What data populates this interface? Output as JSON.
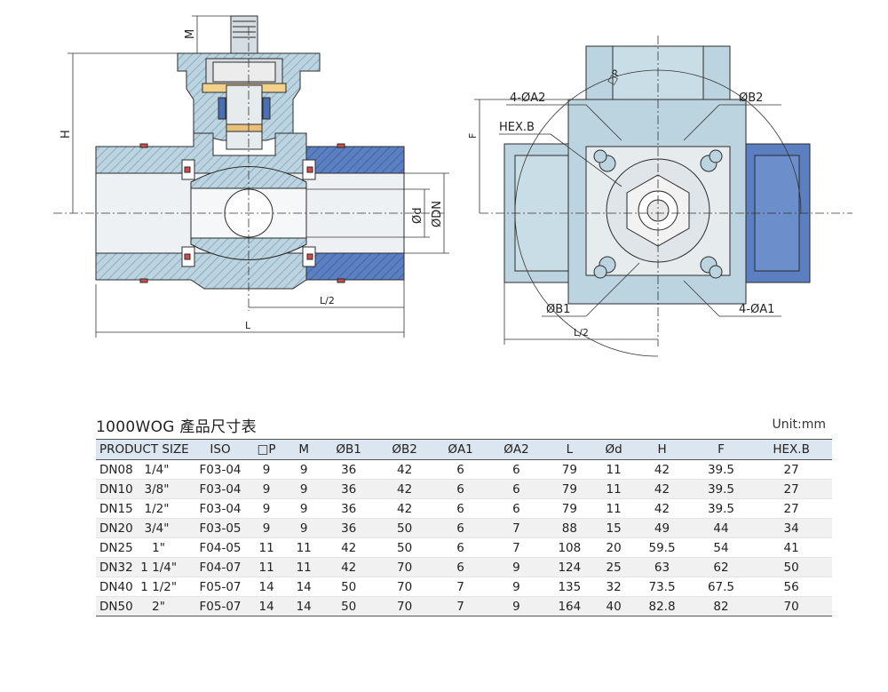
{
  "drawing": {
    "labels": {
      "m": "M",
      "h": "H",
      "d": "Ød",
      "dn": "ØDN",
      "l_half": "L/2",
      "l": "L",
      "a2": "4-ØA2",
      "b2": "ØB2",
      "hex": "HEX.B",
      "f": "F",
      "p": "□P",
      "b1": "ØB1",
      "a1": "4-ØA1",
      "l_half_right": "L/2"
    },
    "colors": {
      "body_fill": "#bcd4e0",
      "hatch": "#7fa3b8",
      "outline": "#2b2b2b",
      "cap_blue": "#4a6fb5",
      "seat_red": "#d6494a",
      "inner_light": "#d6dde2"
    }
  },
  "table": {
    "title": "1000WOG 產品尺寸表",
    "unit": "Unit:mm",
    "headers": [
      "PRODUCT SIZE",
      "ISO",
      "□P",
      "M",
      "ØB1",
      "ØB2",
      "ØA1",
      "ØA2",
      "L",
      "Ød",
      "H",
      "F",
      "HEX.B"
    ],
    "rows": [
      [
        "DN08   1/4\"",
        "F03-04",
        "9",
        "9",
        "36",
        "42",
        "6",
        "6",
        "79",
        "11",
        "42",
        "39.5",
        "27"
      ],
      [
        "DN10   3/8\"",
        "F03-04",
        "9",
        "9",
        "36",
        "42",
        "6",
        "6",
        "79",
        "11",
        "42",
        "39.5",
        "27"
      ],
      [
        "DN15   1/2\"",
        "F03-04",
        "9",
        "9",
        "36",
        "42",
        "6",
        "6",
        "79",
        "11",
        "42",
        "39.5",
        "27"
      ],
      [
        "DN20   3/4\"",
        "F03-05",
        "9",
        "9",
        "36",
        "50",
        "6",
        "7",
        "88",
        "15",
        "49",
        "44",
        "34"
      ],
      [
        "DN25     1\"",
        "F04-05",
        "11",
        "11",
        "42",
        "50",
        "6",
        "7",
        "108",
        "20",
        "59.5",
        "54",
        "41"
      ],
      [
        "DN32  1 1/4\"",
        "F04-07",
        "11",
        "11",
        "42",
        "70",
        "6",
        "9",
        "124",
        "25",
        "63",
        "62",
        "50"
      ],
      [
        "DN40  1 1/2\"",
        "F05-07",
        "14",
        "14",
        "50",
        "70",
        "7",
        "9",
        "135",
        "32",
        "73.5",
        "67.5",
        "56"
      ],
      [
        "DN50     2\"",
        "F05-07",
        "14",
        "14",
        "50",
        "70",
        "7",
        "9",
        "164",
        "40",
        "82.8",
        "82",
        "70"
      ]
    ]
  }
}
